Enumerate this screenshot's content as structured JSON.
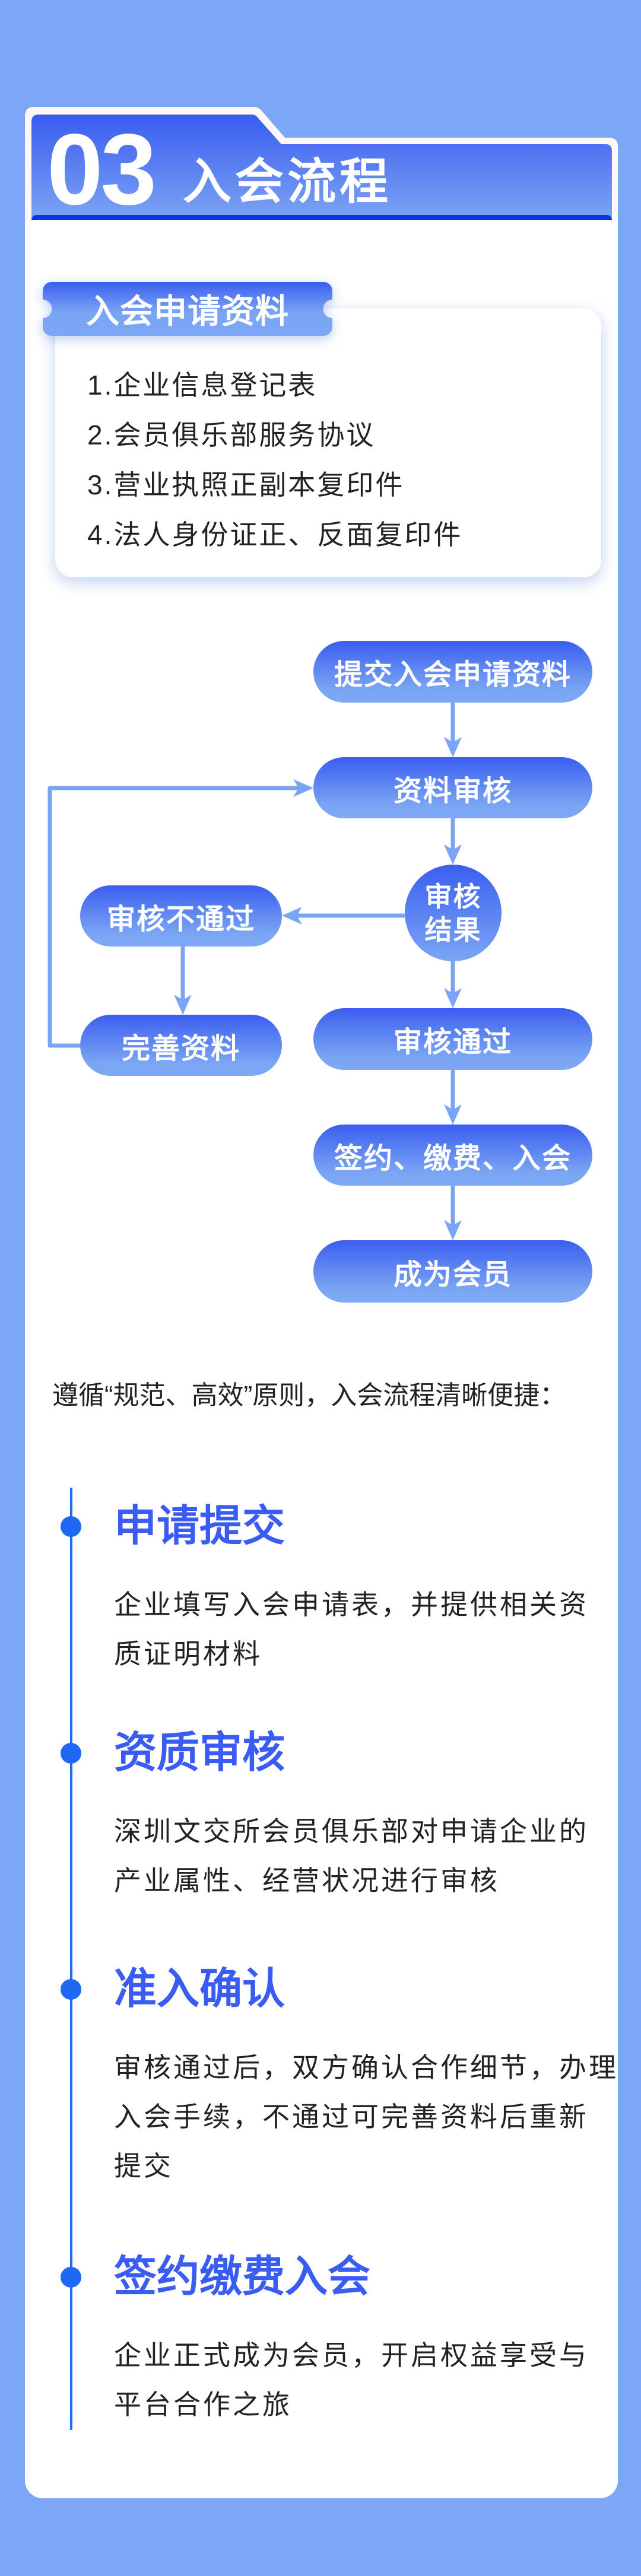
{
  "theme": {
    "page_bg": "#7ca6f6",
    "accent": "#3a5cf2",
    "timeline": "#2468f2",
    "connector": "#7aa5f5",
    "node_top": "#3b5ef0",
    "node_bottom": "#7ba6f4",
    "text": "#222222"
  },
  "header": {
    "number": "03",
    "title": "入会流程"
  },
  "materials": {
    "label": "入会申请资料",
    "items": [
      "1.企业信息登记表",
      "2.会员俱乐部服务协议",
      "3.营业执照正副本复印件",
      "4.法人身份证正、反面复印件"
    ]
  },
  "flowchart": {
    "nodes": {
      "submit": "提交入会申请资料",
      "review": "资料审核",
      "result_line1": "审核",
      "result_line2": "结果",
      "rejected": "审核不通过",
      "improve": "完善资料",
      "approved": "审核通过",
      "sign": "签约、缴费、入会",
      "member": "成为会员"
    },
    "edges": [
      [
        "submit",
        "review"
      ],
      [
        "review",
        "result"
      ],
      [
        "result",
        "rejected"
      ],
      [
        "rejected",
        "improve"
      ],
      [
        "improve",
        "review"
      ],
      [
        "result",
        "approved"
      ],
      [
        "approved",
        "sign"
      ],
      [
        "sign",
        "member"
      ]
    ]
  },
  "intro": "遵循“规范、高效”原则，入会流程清晰便捷：",
  "steps": [
    {
      "title": "申请提交",
      "lines": [
        "企业填写入会申请表，并提供相关资",
        "质证明材料"
      ]
    },
    {
      "title": "资质审核",
      "lines": [
        "深圳文交所会员俱乐部对申请企业的",
        "产业属性、经营状况进行审核"
      ]
    },
    {
      "title": "准入确认",
      "lines": [
        "审核通过后，双方确认合作细节，办理",
        "入会手续，不通过可完善资料后重新",
        "提交"
      ]
    },
    {
      "title": "签约缴费入会",
      "lines": [
        "企业正式成为会员，开启权益享受与",
        "平台合作之旅"
      ]
    }
  ]
}
